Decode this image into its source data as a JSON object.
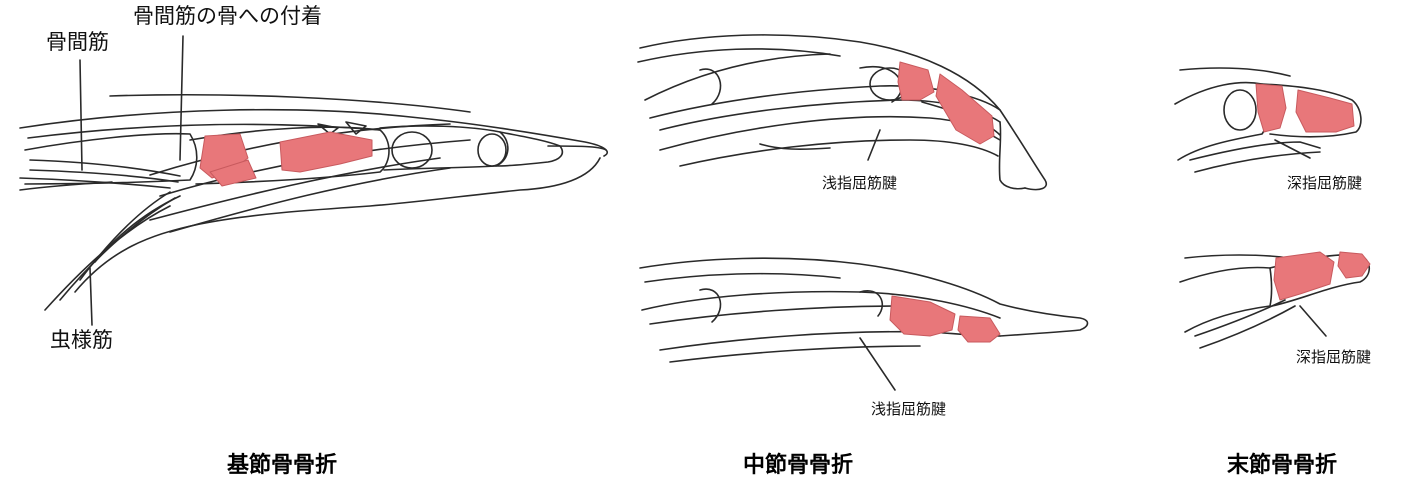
{
  "colors": {
    "line": "#2a2a2a",
    "fracture": "#e8777a",
    "background": "#ffffff"
  },
  "panels": [
    {
      "caption": "基節骨骨折",
      "labels": {
        "interosseous": "骨間筋",
        "interosseous_attachment": "骨間筋の骨への付着",
        "lumbrical": "虫様筋"
      }
    },
    {
      "caption": "中節骨骨折",
      "labels": {
        "fds_top": "浅指屈筋腱",
        "fds_bottom": "浅指屈筋腱"
      }
    },
    {
      "caption": "末節骨骨折",
      "labels": {
        "fdp_top": "深指屈筋腱",
        "fdp_bottom": "深指屈筋腱"
      }
    }
  ]
}
